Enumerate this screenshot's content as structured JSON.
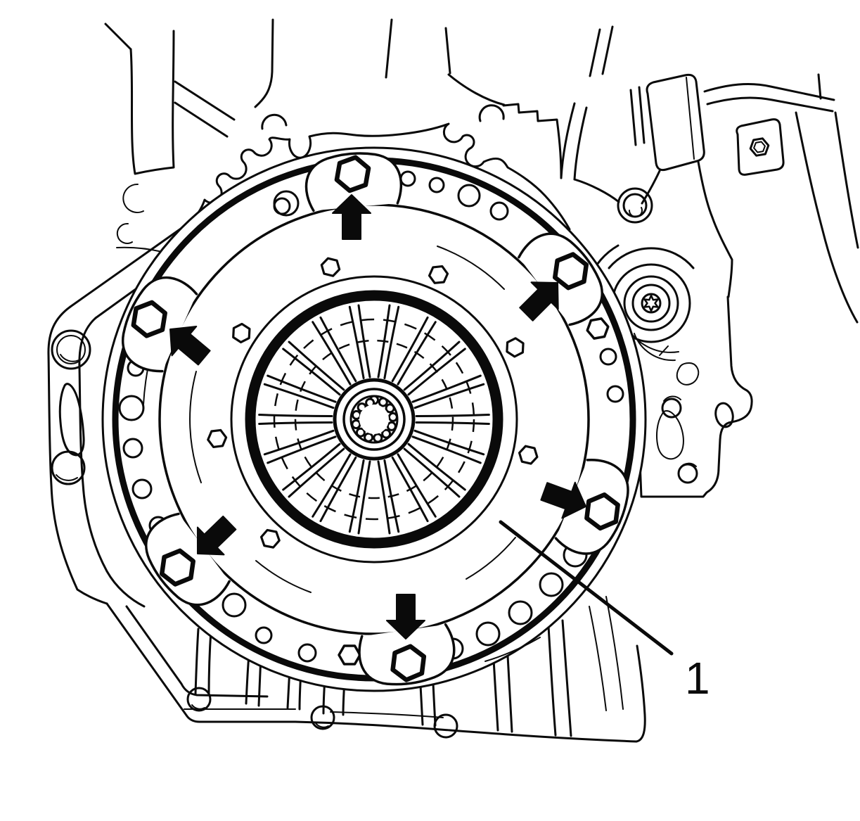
{
  "figure": {
    "subject": "clutch-pressure-plate-installation",
    "style": "black-and-white service-manual line illustration",
    "background_color": "#ffffff",
    "line_color": "#0a0a0a",
    "arrow_fill": "#0a0a0a",
    "bolt_count": 6,
    "fastener_arrows": {
      "count": 6,
      "description": "solid black arrows pointing at the six pressure plate retaining bolts"
    },
    "callouts": [
      {
        "label": "1",
        "points_to": "clutch pressure plate cover"
      }
    ]
  }
}
